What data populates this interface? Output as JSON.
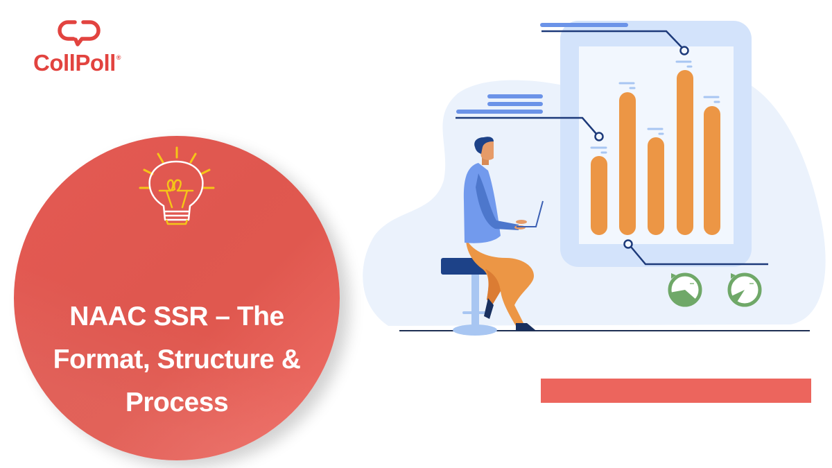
{
  "brand": {
    "name": "CollPoll",
    "registered_mark": "®",
    "logo_icon": "speech-bubble-link-icon",
    "color": "#e2433f"
  },
  "hero": {
    "title_lines": [
      "NAAC SSR – The",
      "Format, Structure &",
      "Process"
    ],
    "badge_icon": "lightbulb-icon",
    "circle_color": "#df574f",
    "text_color": "#ffffff",
    "bulb_colors": {
      "outline": "#ffffff",
      "filament": "#f5c518"
    }
  },
  "illustration": {
    "description": "person-on-stool-with-laptop-beside-bar-chart-tablet",
    "bars_relative_heights": [
      112,
      205,
      142,
      238,
      184
    ],
    "bar_color": "#ec9645",
    "tablet_frame_color": "#d3e3fb",
    "tablet_screen_color": "#f2f7fe",
    "blob_color": "#ebf2fc",
    "line_color": "#1d3a7a",
    "accent_blue": "#6b93e8",
    "gauge_color": "#6fa868",
    "gauges": [
      "gauge-icon",
      "gauge-icon"
    ]
  },
  "decor": {
    "bottom_bar_color": "#ec655d"
  }
}
